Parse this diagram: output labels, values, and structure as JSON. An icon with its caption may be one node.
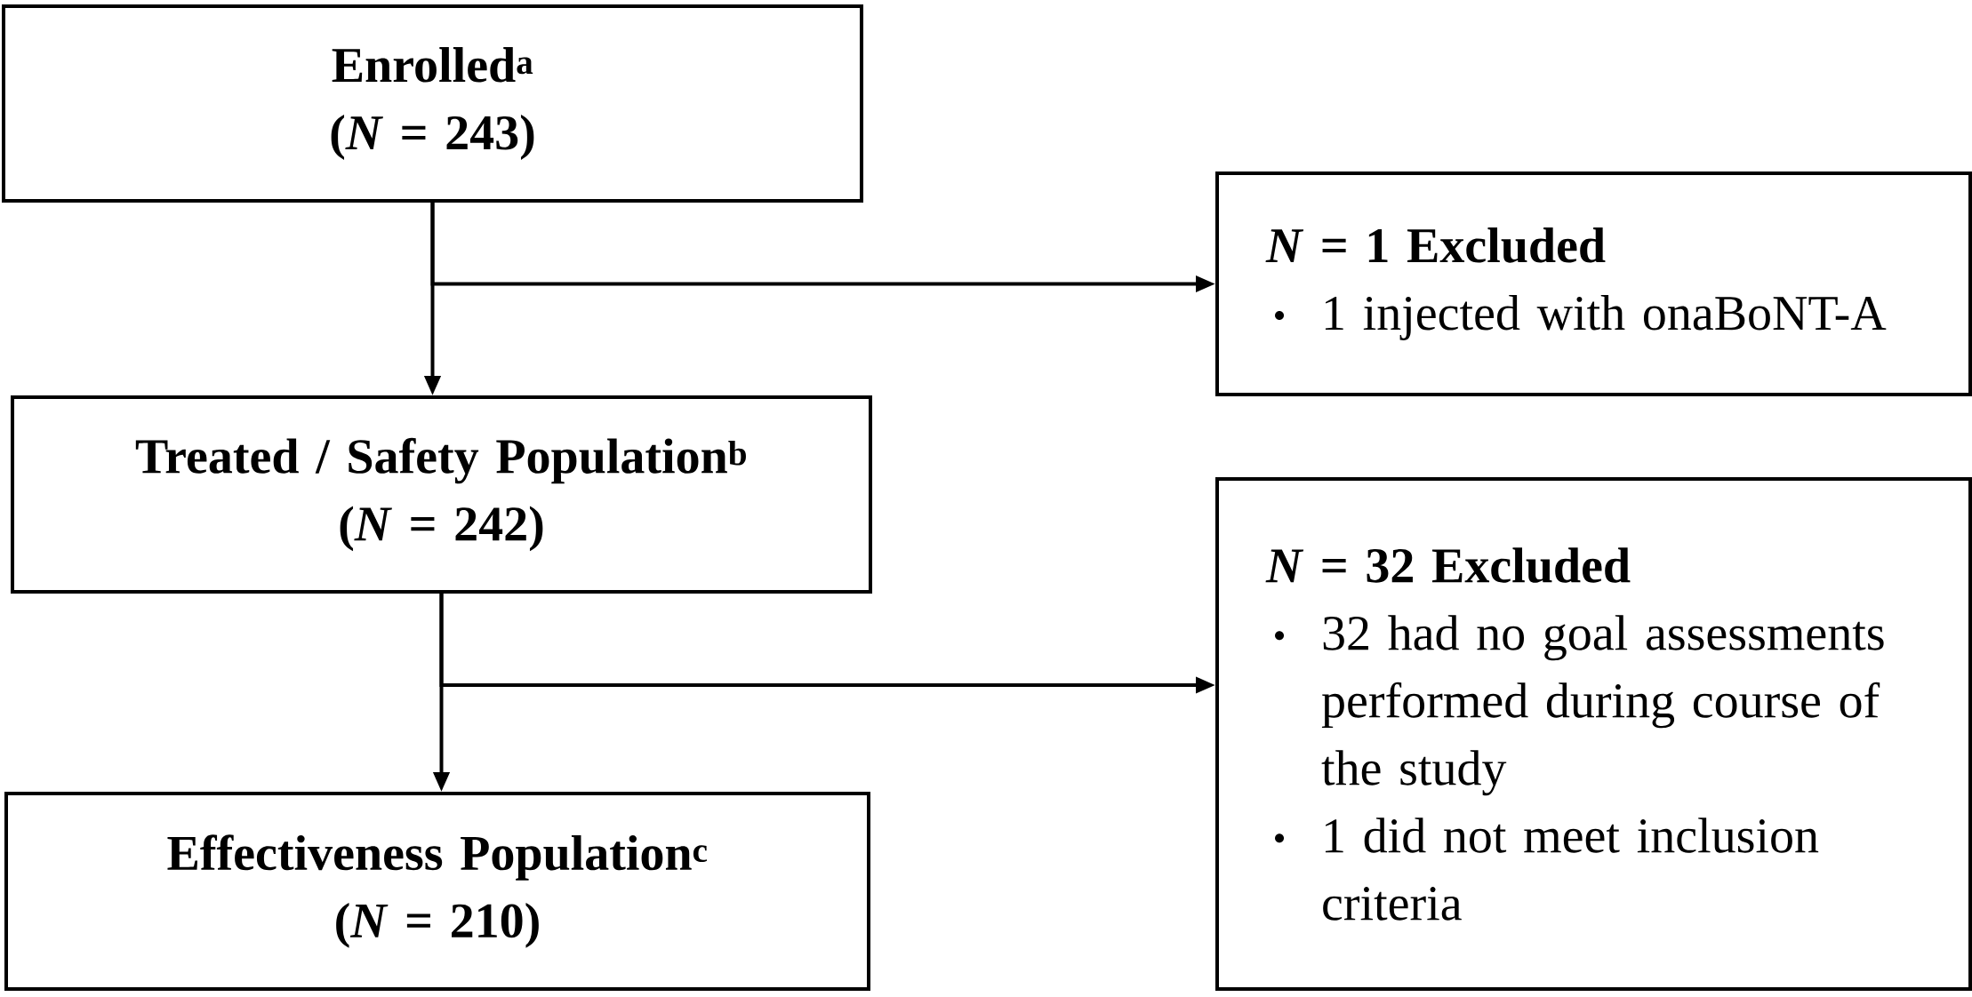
{
  "diagram": {
    "nodes": [
      {
        "text": [
          "Enrolled$^{a}$",
          "(*N* = 243)"
        ]
      },
      {
        "text": [
          "Treated / Safety Population$^{b}$",
          "(*N* = 242)"
        ]
      },
      {
        "text": [
          "Effectiveness Population$^{c}$",
          "(*N* = 210)"
        ]
      },
      {
        "text": [
          "*N* = 1 Excluded",
          "1 injected with onaBoNT-A"
        ]
      },
      {
        "text": [
          "*N* = 32 Excluded",
          "32 had no goal assessments performed during course of the study",
          "1 did not meet inclusion criteria"
        ]
      }
    ],
    "edges": [
      {
        "from": 0,
        "to": 1,
        "arrow": "to"
      },
      {
        "from": 0,
        "to": 3,
        "arrow": "to"
      },
      {
        "from": 1,
        "to": 2,
        "arrow": "to"
      },
      {
        "from": 1,
        "to": 4,
        "arrow": "to"
      }
    ]
  }
}
